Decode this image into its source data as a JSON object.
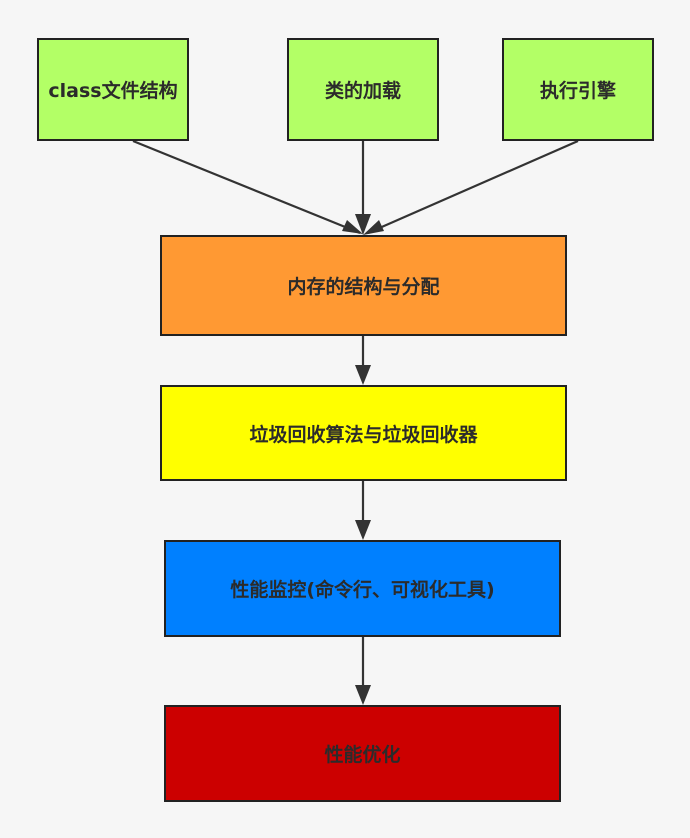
{
  "diagram": {
    "nodes": [
      {
        "id": "class-structure",
        "label": "class文件结构",
        "fill": "#b3ff66"
      },
      {
        "id": "class-loading",
        "label": "类的加载",
        "fill": "#b3ff66"
      },
      {
        "id": "execution-engine",
        "label": "执行引擎",
        "fill": "#b3ff66"
      },
      {
        "id": "memory",
        "label": "内存的结构与分配",
        "fill": "#ff9933"
      },
      {
        "id": "gc",
        "label": "垃圾回收算法与垃圾回收器",
        "fill": "#ffff00"
      },
      {
        "id": "monitoring",
        "label": "性能监控(命令行、可视化工具)",
        "fill": "#0080ff"
      },
      {
        "id": "optimization",
        "label": "性能优化",
        "fill": "#cc0000"
      }
    ],
    "edges": [
      {
        "from": "class-structure",
        "to": "memory"
      },
      {
        "from": "class-loading",
        "to": "memory"
      },
      {
        "from": "execution-engine",
        "to": "memory"
      },
      {
        "from": "memory",
        "to": "gc"
      },
      {
        "from": "gc",
        "to": "monitoring"
      },
      {
        "from": "monitoring",
        "to": "optimization"
      }
    ],
    "edge_color": "#333333"
  }
}
